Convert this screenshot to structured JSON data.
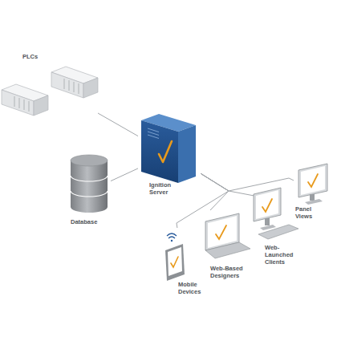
{
  "diagram": {
    "nodes": [
      {
        "text": [
          "PLCs"
        ]
      },
      {
        "text": [
          "Ignition Server"
        ]
      },
      {
        "text": [
          "Database"
        ]
      },
      {
        "text": [
          "Panel Views"
        ]
      },
      {
        "text": [
          "Web-Launched Clients"
        ]
      },
      {
        "text": [
          "Web-Based Designers"
        ]
      },
      {
        "text": [
          "Mobile Devices"
        ]
      }
    ],
    "edges": [
      {
        "from": 0,
        "to": 1,
        "arrow": "none"
      },
      {
        "from": 2,
        "to": 1,
        "arrow": "none"
      },
      {
        "from": 1,
        "to": 3,
        "arrow": "none"
      },
      {
        "from": 1,
        "to": 4,
        "arrow": "none"
      },
      {
        "from": 1,
        "to": 5,
        "arrow": "none"
      },
      {
        "from": 1,
        "to": 6,
        "arrow": "none"
      }
    ]
  }
}
